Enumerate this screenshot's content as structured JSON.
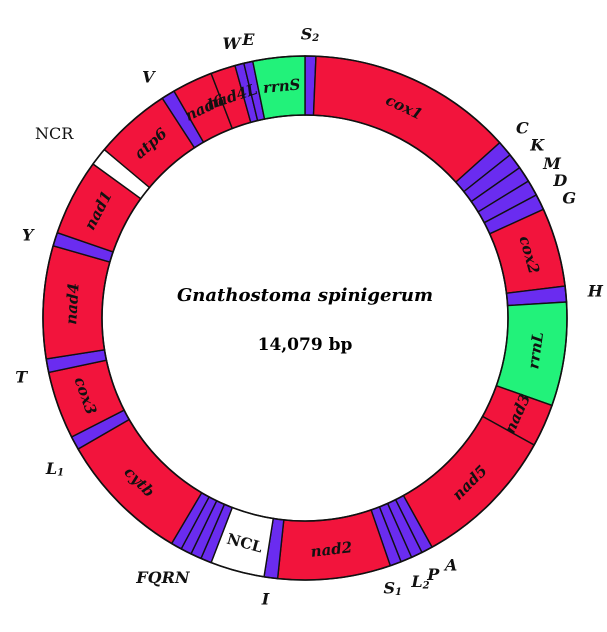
{
  "title": "Gnathostoma spinigerum",
  "size_label": "14,079 bp",
  "colors": {
    "protein": "#f2143c",
    "rrna": "#22f27a",
    "trna": "#6a2cf0",
    "noncoding": "#ffffff",
    "stroke": "#111111"
  },
  "segments": [
    {
      "id": "S2",
      "type": "trna",
      "start": 0.0,
      "end": 2.4
    },
    {
      "id": "cox1",
      "type": "protein",
      "start": 2.4,
      "end": 48.0,
      "label": "cox1"
    },
    {
      "id": "C",
      "type": "trna",
      "start": 48.0,
      "end": 51.5
    },
    {
      "id": "K",
      "type": "trna",
      "start": 51.5,
      "end": 55.0
    },
    {
      "id": "M",
      "type": "trna",
      "start": 55.0,
      "end": 58.5
    },
    {
      "id": "D",
      "type": "trna",
      "start": 58.5,
      "end": 62.0
    },
    {
      "id": "G",
      "type": "trna",
      "start": 62.0,
      "end": 65.5
    },
    {
      "id": "cox2",
      "type": "protein",
      "start": 65.5,
      "end": 83.0,
      "label": "cox2"
    },
    {
      "id": "H",
      "type": "trna",
      "start": 83.0,
      "end": 86.5
    },
    {
      "id": "rrnL",
      "type": "rrna",
      "start": 86.5,
      "end": 109.5,
      "label": "rrnL"
    },
    {
      "id": "nad3",
      "type": "protein",
      "start": 109.5,
      "end": 119.0,
      "label": "nad3"
    },
    {
      "id": "nad5",
      "type": "protein",
      "start": 119.0,
      "end": 151.0,
      "label": "nad5"
    },
    {
      "id": "A",
      "type": "trna",
      "start": 151.0,
      "end": 153.5
    },
    {
      "id": "P",
      "type": "trna",
      "start": 153.5,
      "end": 156.0
    },
    {
      "id": "L2",
      "type": "trna",
      "start": 156.0,
      "end": 158.5
    },
    {
      "id": "S1",
      "type": "trna",
      "start": 158.5,
      "end": 161.0
    },
    {
      "id": "nad2",
      "type": "protein",
      "start": 161.0,
      "end": 186.0,
      "label": "nad2"
    },
    {
      "id": "I",
      "type": "trna",
      "start": 186.0,
      "end": 189.0
    },
    {
      "id": "NCL",
      "type": "noncoding",
      "start": 189.0,
      "end": 201.0,
      "label": "NCL"
    },
    {
      "id": "N",
      "type": "trna",
      "start": 201.0,
      "end": 203.4
    },
    {
      "id": "R",
      "type": "trna",
      "start": 203.4,
      "end": 205.8
    },
    {
      "id": "Q",
      "type": "trna",
      "start": 205.8,
      "end": 208.2
    },
    {
      "id": "F",
      "type": "trna",
      "start": 208.2,
      "end": 210.6
    },
    {
      "id": "cytb",
      "type": "protein",
      "start": 210.6,
      "end": 240.0,
      "label": "cytb"
    },
    {
      "id": "L1",
      "type": "trna",
      "start": 240.0,
      "end": 243.0
    },
    {
      "id": "cox3",
      "type": "protein",
      "start": 243.0,
      "end": 258.0,
      "label": "cox3"
    },
    {
      "id": "T",
      "type": "trna",
      "start": 258.0,
      "end": 261.0
    },
    {
      "id": "nad4",
      "type": "protein",
      "start": 261.0,
      "end": 286.0,
      "label": "nad4"
    },
    {
      "id": "Y",
      "type": "trna",
      "start": 286.0,
      "end": 289.0
    },
    {
      "id": "nad1",
      "type": "protein",
      "start": 289.0,
      "end": 306.0,
      "label": "nad1"
    },
    {
      "id": "NCR",
      "type": "noncoding",
      "start": 306.0,
      "end": 310.0
    },
    {
      "id": "atp6",
      "type": "protein",
      "start": 310.0,
      "end": 327.0,
      "label": "atp6"
    },
    {
      "id": "V",
      "type": "trna",
      "start": 327.0,
      "end": 330.0
    },
    {
      "id": "nad6",
      "type": "protein",
      "start": 330.0,
      "end": 339.0,
      "label": "nad6"
    },
    {
      "id": "nad4L",
      "type": "protein",
      "start": 339.0,
      "end": 344.5,
      "label": "nad4L"
    },
    {
      "id": "W",
      "type": "trna",
      "start": 344.5,
      "end": 346.5
    },
    {
      "id": "E",
      "type": "trna",
      "start": 346.5,
      "end": 348.5
    },
    {
      "id": "rrnS",
      "type": "rrna",
      "start": 348.5,
      "end": 360.0,
      "label": "rrnS"
    }
  ],
  "outer_labels": [
    {
      "text": "S",
      "sub": "2",
      "angle": 1.0,
      "style": "italic"
    },
    {
      "text": "C",
      "angle": 48.0,
      "style": "italic"
    },
    {
      "text": "K",
      "angle": 52.5,
      "style": "italic"
    },
    {
      "text": "M",
      "angle": 57.0,
      "style": "italic"
    },
    {
      "text": "D",
      "angle": 61.0,
      "style": "italic"
    },
    {
      "text": "G",
      "angle": 65.0,
      "style": "italic"
    },
    {
      "text": "H",
      "angle": 84.5,
      "style": "italic"
    },
    {
      "text": "A",
      "angle": 150.5,
      "style": "italic"
    },
    {
      "text": "P",
      "angle": 154.5,
      "style": "italic"
    },
    {
      "text": "L",
      "sub": "2",
      "angle": 158.0,
      "style": "italic"
    },
    {
      "text": "S",
      "sub": "1",
      "angle": 162.0,
      "style": "italic"
    },
    {
      "text": "I",
      "angle": 188.0,
      "style": "italic"
    },
    {
      "text": "FQRN",
      "angle": 204.0,
      "style": "italic"
    },
    {
      "text": "L",
      "sub": "1",
      "angle": 238.0,
      "style": "italic"
    },
    {
      "text": "T",
      "angle": 258.0,
      "style": "italic"
    },
    {
      "text": "Y",
      "angle": 287.0,
      "style": "italic"
    },
    {
      "text": "NCR",
      "angle": 308.5,
      "style": "plain"
    },
    {
      "text": "V",
      "angle": 328.0,
      "style": "italic"
    },
    {
      "text": "W",
      "angle": 345.0,
      "style": "italic"
    },
    {
      "text": "E",
      "angle": 348.5,
      "style": "italic"
    }
  ]
}
